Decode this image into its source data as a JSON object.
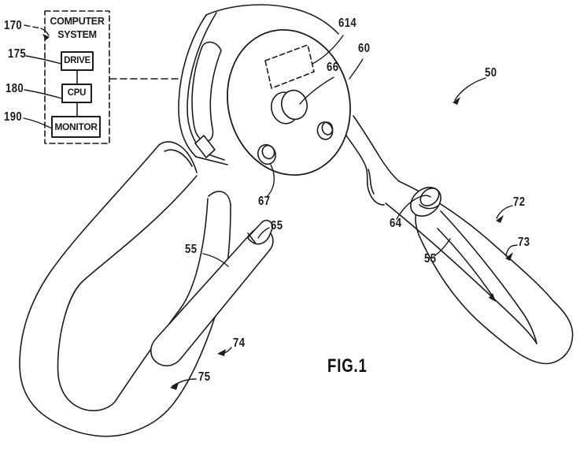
{
  "figure": {
    "caption": "FIG.1"
  },
  "computer_system": {
    "title_line1": "COMPUTER",
    "title_line2": "SYSTEM",
    "drive_label": "DRIVE",
    "cpu_label": "CPU",
    "monitor_label": "MONITOR"
  },
  "reference_numerals": {
    "computer_system": "170",
    "drive": "175",
    "cpu": "180",
    "monitor": "190",
    "display_window": "614",
    "drum": "60",
    "knob": "66",
    "assembly": "50",
    "button": "67",
    "wand_tip": "65",
    "wand_left": "55",
    "end_cap": "64",
    "wand_right": "55",
    "right_handle": "72",
    "right_handle_edge": "73",
    "left_handle": "74",
    "left_handle_edge": "75"
  },
  "colors": {
    "ink": "#1c1c1c",
    "paper": "#ffffff"
  }
}
